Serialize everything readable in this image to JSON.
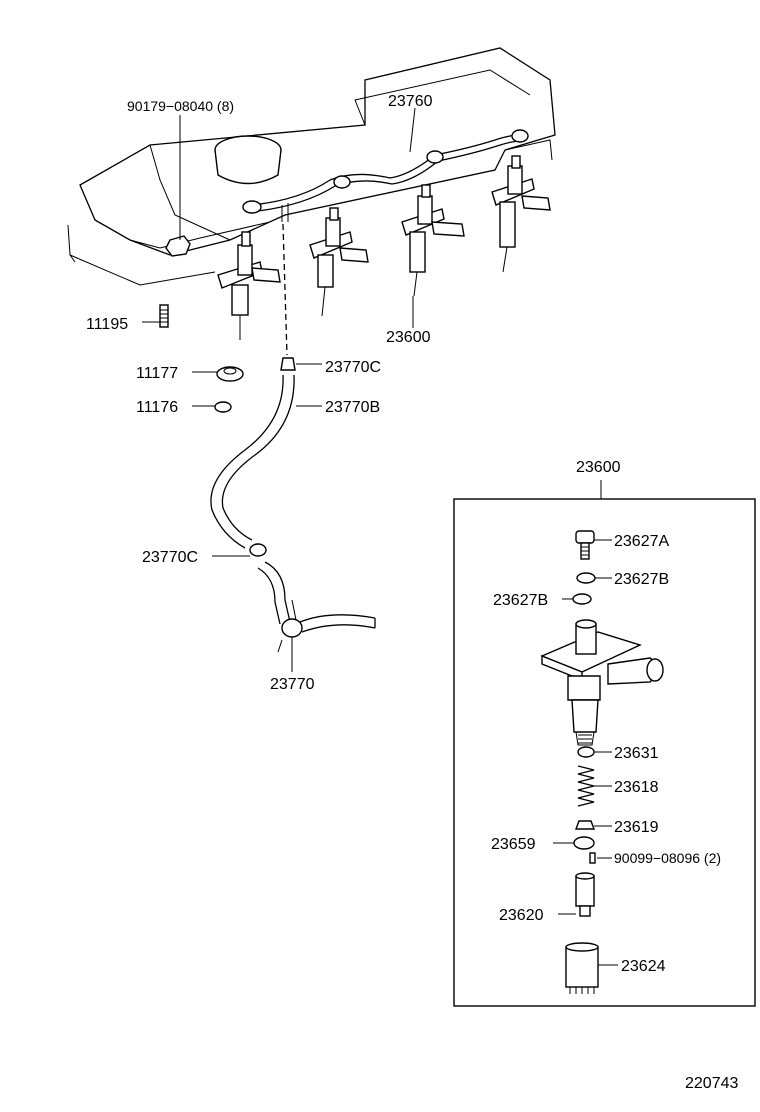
{
  "diagram_id": "220743",
  "labels": {
    "screw_90179": "90179−08040 (8)",
    "pipe_23760": "23760",
    "stud_11195": "11195",
    "injector_23600": "23600",
    "seat_11177": "11177",
    "seat_11176": "11176",
    "clamp_23770c_top": "23770C",
    "hose_23770b": "23770B",
    "clamp_23770c_low": "23770C",
    "hose_23770": "23770",
    "box_title_23600": "23600",
    "bolt_23627a": "23627A",
    "gasket_23627b_r": "23627B",
    "gasket_23627b_l": "23627B",
    "washer_23631": "23631",
    "spring_23618": "23618",
    "seat_23619": "23619",
    "spacer_23659": "23659",
    "pin_90099": "90099−08096 (2)",
    "nozzle_23620": "23620",
    "nut_23624": "23624"
  }
}
